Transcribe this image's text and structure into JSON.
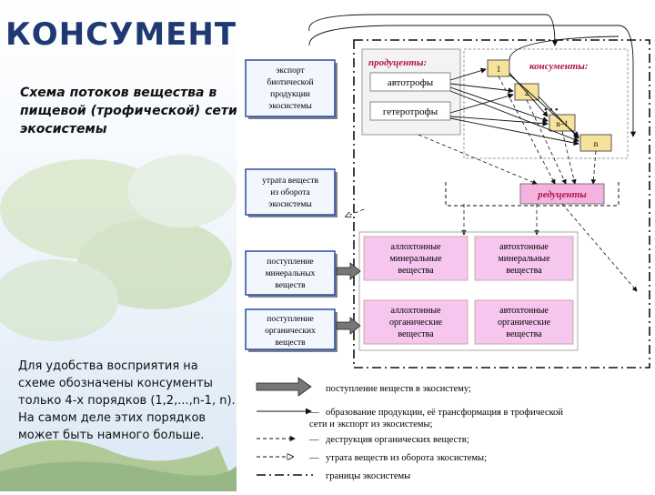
{
  "title": "КОНСУМЕНТЫ",
  "subtitle": "Схема потоков вещества в пищевой (трофической) сети экосистемы",
  "note": "Для удобства восприятия на схеме обозначены консументы только 4-х порядков (1,2,...,n-1, n). На самом деле этих порядков может быть намного больше.",
  "diagram": {
    "left_boxes": {
      "export": [
        "экспорт",
        "биотической",
        "продукции",
        "экосистемы"
      ],
      "loss": [
        "утрата веществ",
        "из оборота",
        "экосистемы"
      ],
      "mineral_input": [
        "поступление",
        "минеральных",
        "веществ"
      ],
      "organic_input": [
        "поступление",
        "органических",
        "веществ"
      ]
    },
    "producers": {
      "header": "продуценты:",
      "autotrophs": "автотрофы",
      "heterotrophs": "гетеротрофы"
    },
    "consumers": {
      "header": "консументы:",
      "levels": [
        "1",
        "2",
        "n–1",
        "n"
      ],
      "dots": "• • •"
    },
    "reducers": "редуценты",
    "pools": {
      "allo_min": [
        "аллохтонные",
        "минеральные",
        "вещества"
      ],
      "auto_min": [
        "автохтонные",
        "минеральные",
        "вещества"
      ],
      "allo_org": [
        "аллохтонные",
        "органические",
        "вещества"
      ],
      "auto_org": [
        "автохтонные",
        "органические",
        "вещества"
      ]
    },
    "legend": {
      "inflow": "поступление веществ в экосистему;",
      "production_dash": "—",
      "production_1": "образование продукции, её трансформация в трофической",
      "production_2": "сети и экспорт из экосистемы;",
      "destruction_dash": "—",
      "destruction": "деструкция органических веществ;",
      "loss_dash": "—",
      "loss": "утрата веществ из оборота экосистемы;",
      "boundary": "границы экосистемы"
    }
  },
  "colors": {
    "title": "#1f3a73",
    "box_fill": "#f2f6ff",
    "box_border": "#2b4f9c",
    "pool_fill": "#f7c6ee",
    "producers_fill": "#f3f3f3",
    "consumer_fill": "#f6e39a",
    "reducer_fill": "#f4b3de",
    "heading_red": "#b0134a"
  }
}
